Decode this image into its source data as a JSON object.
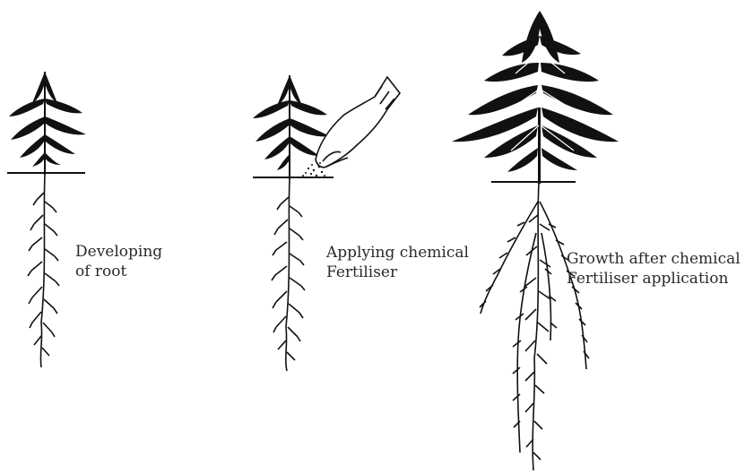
{
  "diagram": {
    "stages": [
      {
        "id": "stage-1",
        "caption_lines": [
          "Developing",
          "of root"
        ]
      },
      {
        "id": "stage-2",
        "caption_lines": [
          "Applying chemical",
          "Fertiliser"
        ]
      },
      {
        "id": "stage-3",
        "caption_lines": [
          "Growth after chemical",
          "Fertiliser application"
        ]
      }
    ],
    "ink_color": "#111111"
  }
}
